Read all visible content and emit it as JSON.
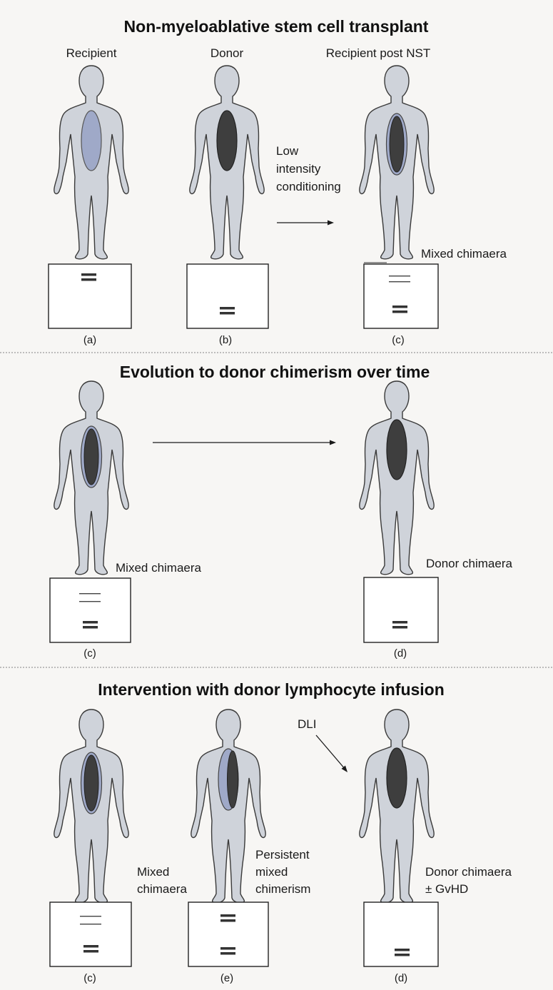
{
  "panels": [
    {
      "title": "Non-myeloablative stem cell transplant",
      "figures": [
        {
          "header": "Recipient",
          "caption": "(a)"
        },
        {
          "header": "Donor",
          "caption": "(b)"
        },
        {
          "header": "Recipient post NST",
          "caption": "(c)",
          "note": "Mixed chimaera"
        }
      ],
      "arrow_label": [
        "Low",
        "intensity",
        "conditioning"
      ]
    },
    {
      "title": "Evolution to donor chimerism over time",
      "figures": [
        {
          "caption": "(c)",
          "note": "Mixed chimaera"
        },
        {
          "caption": "(d)",
          "note": "Donor chimaera"
        }
      ]
    },
    {
      "title": "Intervention with donor lymphocyte infusion",
      "figures": [
        {
          "caption": "(c)",
          "note": [
            "Mixed",
            "chimaera"
          ]
        },
        {
          "caption": "(e)",
          "note": [
            "Persistent",
            "mixed",
            "chimerism"
          ]
        },
        {
          "caption": "(d)",
          "note": [
            "Donor chimaera",
            "± GvHD"
          ]
        }
      ],
      "arrow_label": "DLI"
    }
  ],
  "colors": {
    "body": "#cfd3da",
    "recipient_marrow": "#9fa9c8",
    "donor_marrow": "#3e3e3e",
    "band": "#333333"
  }
}
